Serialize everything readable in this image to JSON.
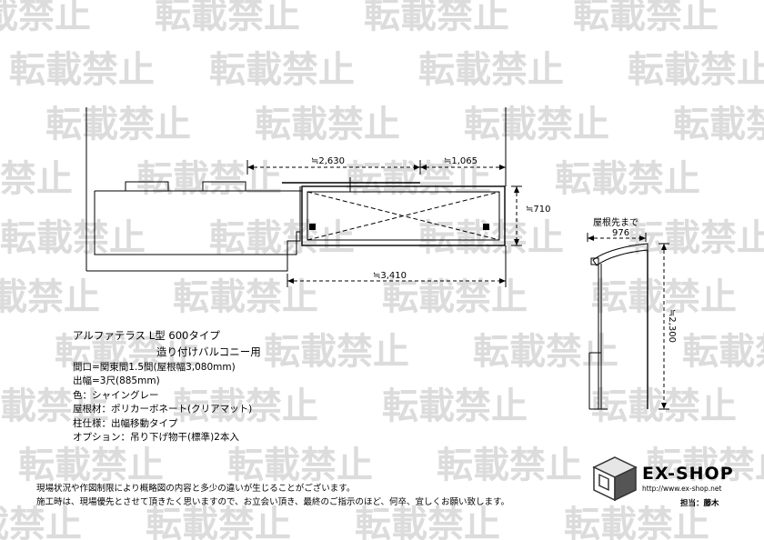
{
  "watermark": {
    "text": "転載禁止"
  },
  "dimensions": {
    "width_left": "≒2,630",
    "width_right": "≒1,065",
    "depth": "≒710",
    "total_width": "≒3,410",
    "roof_tip_label": "屋根先まで",
    "roof_tip": "976",
    "height": "≒2,300"
  },
  "spec": {
    "title": "アルファテラス L型 600タイプ",
    "subtitle": "造り付けバルコニー用",
    "lines": [
      "間口=関東間1.5間(屋根幅3,080mm)",
      "出幅=3尺(885mm)",
      "色：シャイングレー",
      "屋根材：ポリカーボネート(クリアマット)",
      "柱仕様：出幅移動タイプ",
      "オプション：吊り下げ物干(標準)2本入"
    ]
  },
  "notes": [
    "現場状況や作図制限により概略図の内容と多少の違いが生じることがございます。",
    "施工時は、現場優先とさせて頂きたく思いますので、お立会い頂き、最終のご指示のほど、何卒、宜しくお願い致します。"
  ],
  "logo": {
    "name": "EX-SHOP",
    "url": "http://www.ex-shop.net",
    "staff": "担当：藤木"
  }
}
